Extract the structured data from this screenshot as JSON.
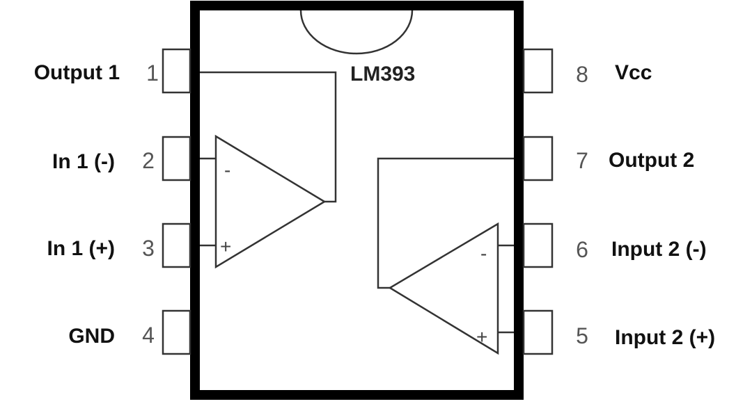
{
  "chip": {
    "label": "LM393",
    "outline_color": "#000000",
    "line_color": "#333333"
  },
  "pins": {
    "p1": {
      "number": "1",
      "name": "Output 1"
    },
    "p2": {
      "number": "2",
      "name": "In 1 (-)"
    },
    "p3": {
      "number": "3",
      "name": "In 1 (+)"
    },
    "p4": {
      "number": "4",
      "name": "GND"
    },
    "p5": {
      "number": "5",
      "name": "Input 2 (+)"
    },
    "p6": {
      "number": "6",
      "name": "Input 2 (-)"
    },
    "p7": {
      "number": "7",
      "name": "Output 2"
    },
    "p8": {
      "number": "8",
      "name": "Vcc"
    }
  },
  "comparators": {
    "c1": {
      "minus": "-",
      "plus": "+"
    },
    "c2": {
      "minus": "-",
      "plus": "+"
    }
  }
}
